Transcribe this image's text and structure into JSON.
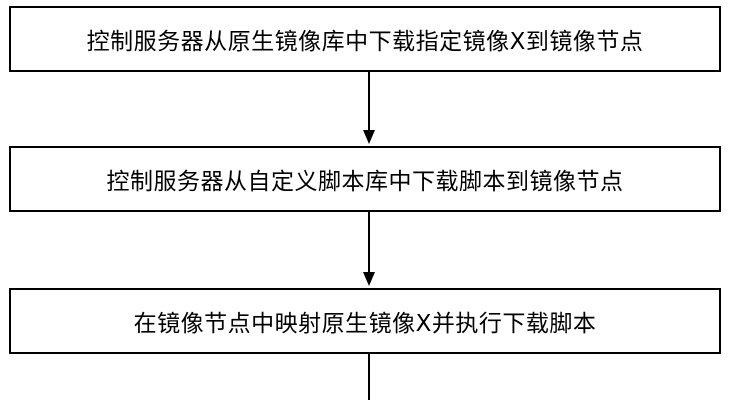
{
  "flowchart": {
    "steps": [
      {
        "label": "控制服务器从原生镜像库中下载指定镜像X到镜像节点"
      },
      {
        "label": "控制服务器从自定义脚本库中下载脚本到镜像节点"
      },
      {
        "label": "在镜像节点中映射原生镜像X并执行下载脚本"
      }
    ],
    "colors": {
      "line": "#000000",
      "box_border": "#000000",
      "text": "#000000",
      "background": "#ffffff"
    }
  }
}
